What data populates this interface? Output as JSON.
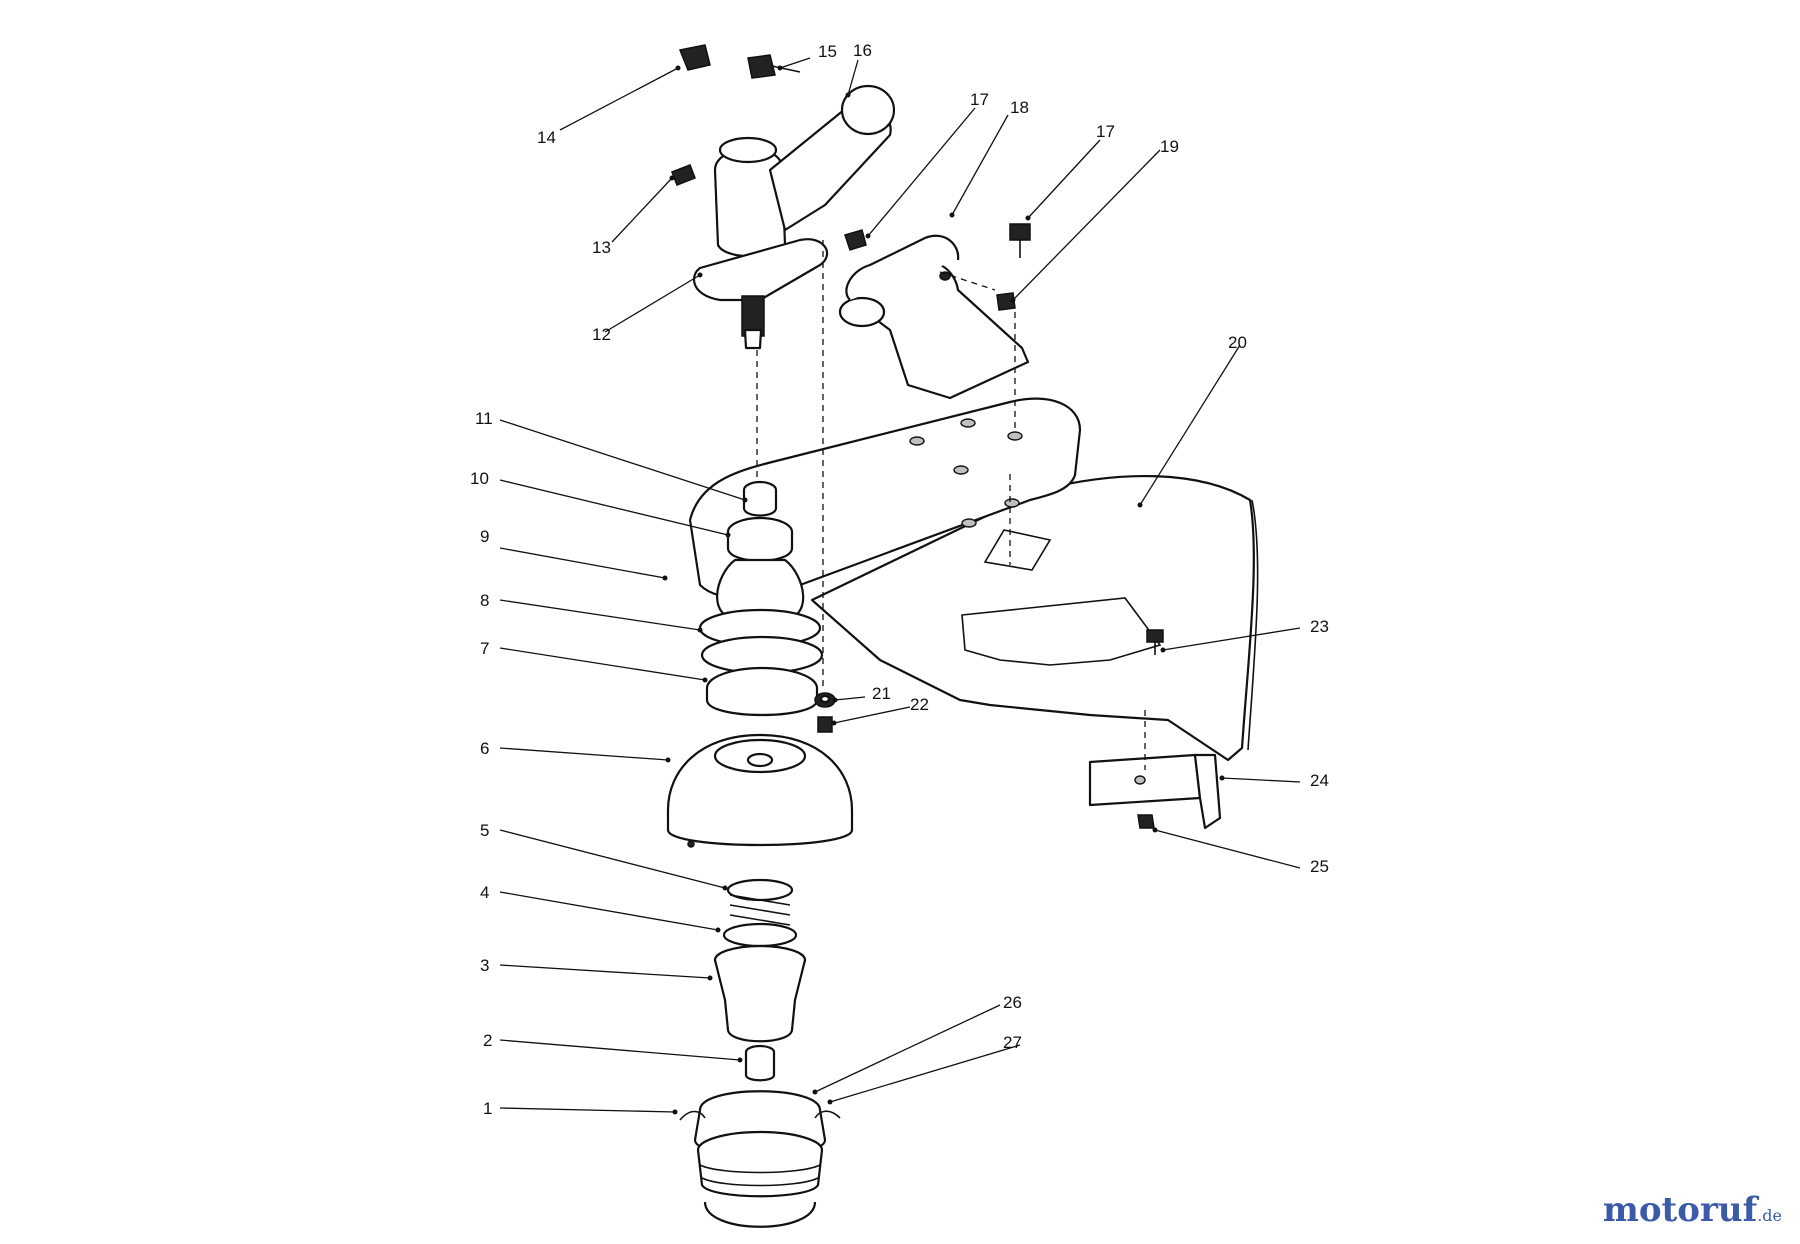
{
  "diagram": {
    "callouts": [
      {
        "id": "1",
        "label": "1"
      },
      {
        "id": "2",
        "label": "2"
      },
      {
        "id": "3",
        "label": "3"
      },
      {
        "id": "4",
        "label": "4"
      },
      {
        "id": "5",
        "label": "5"
      },
      {
        "id": "6",
        "label": "6"
      },
      {
        "id": "7",
        "label": "7"
      },
      {
        "id": "8",
        "label": "8"
      },
      {
        "id": "9",
        "label": "9"
      },
      {
        "id": "10",
        "label": "10"
      },
      {
        "id": "11",
        "label": "11"
      },
      {
        "id": "12",
        "label": "12"
      },
      {
        "id": "13",
        "label": "13"
      },
      {
        "id": "14",
        "label": "14"
      },
      {
        "id": "15",
        "label": "15"
      },
      {
        "id": "16",
        "label": "16"
      },
      {
        "id": "17a",
        "label": "17"
      },
      {
        "id": "17b",
        "label": "17"
      },
      {
        "id": "18",
        "label": "18"
      },
      {
        "id": "19",
        "label": "19"
      },
      {
        "id": "20",
        "label": "20"
      },
      {
        "id": "21",
        "label": "21"
      },
      {
        "id": "22",
        "label": "22"
      },
      {
        "id": "23",
        "label": "23"
      },
      {
        "id": "24",
        "label": "24"
      },
      {
        "id": "25",
        "label": "25"
      },
      {
        "id": "26",
        "label": "26"
      },
      {
        "id": "27",
        "label": "27"
      }
    ]
  },
  "watermark": {
    "main": "motoruf",
    "suffix": ".de"
  }
}
